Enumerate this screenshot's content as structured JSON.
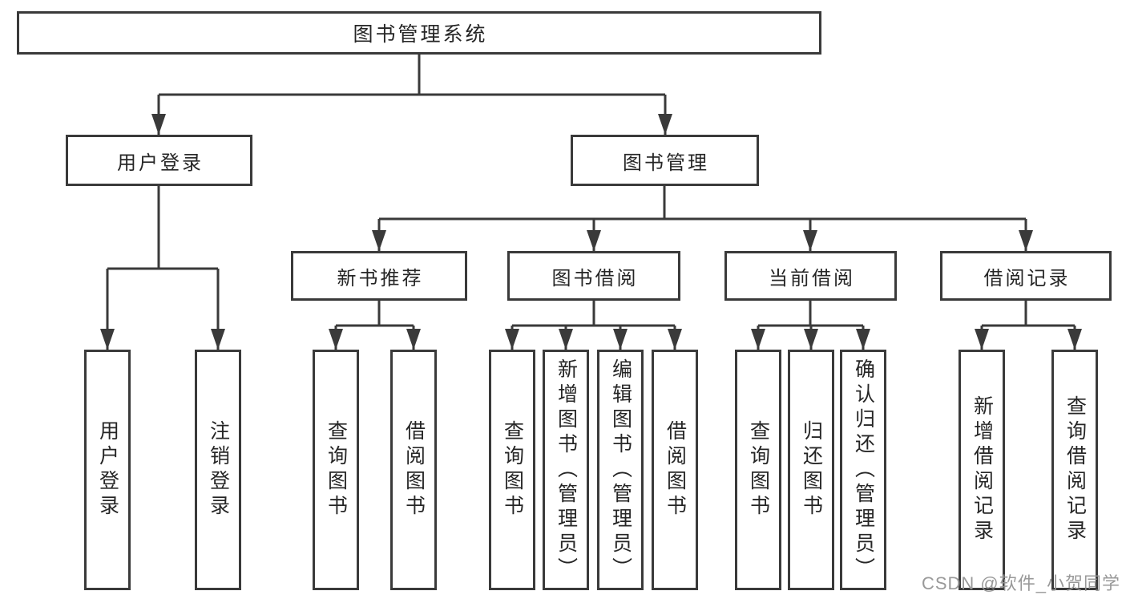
{
  "diagram": {
    "root": {
      "label": "图书管理系统"
    },
    "level2": [
      {
        "label": "用户登录"
      },
      {
        "label": "图书管理"
      }
    ],
    "level3": [
      {
        "label": "新书推荐"
      },
      {
        "label": "图书借阅"
      },
      {
        "label": "当前借阅"
      },
      {
        "label": "借阅记录"
      }
    ],
    "leaves": {
      "user_login": [
        {
          "label": "用户登录"
        },
        {
          "label": "注销登录"
        }
      ],
      "new_book_recommendation": [
        {
          "label": "查询图书"
        },
        {
          "label": "借阅图书"
        }
      ],
      "book_borrowing": [
        {
          "label": "查询图书"
        },
        {
          "label": "新增图书（管理员）"
        },
        {
          "label": "编辑图书（管理员）"
        },
        {
          "label": "借阅图书"
        }
      ],
      "current_borrowing": [
        {
          "label": "查询图书"
        },
        {
          "label": "归还图书"
        },
        {
          "label": "确认归还（管理员）"
        }
      ],
      "borrowing_records": [
        {
          "label": "新增借阅记录"
        },
        {
          "label": "查询借阅记录"
        }
      ]
    }
  },
  "watermark": {
    "text": "CSDN @软件_小贺同学"
  },
  "colors": {
    "line": "#3a3a3a",
    "box_border": "#3a3a3a",
    "text": "#262626",
    "watermark": "#949494",
    "background": "#ffffff"
  }
}
